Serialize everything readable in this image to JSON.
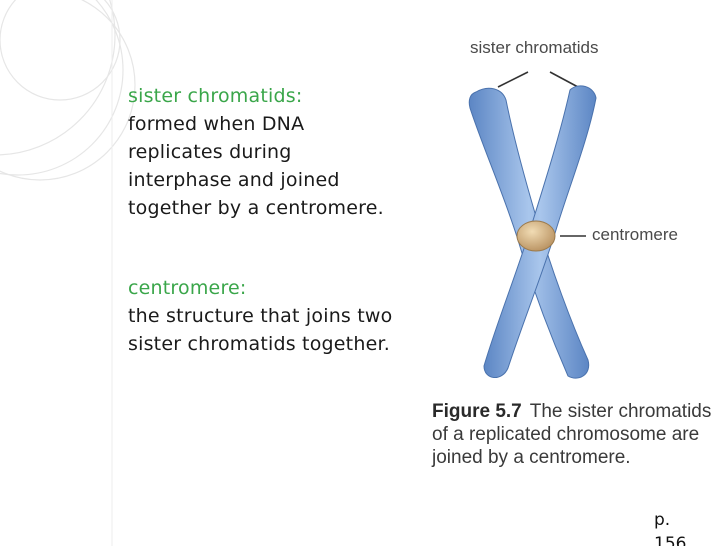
{
  "slide": {
    "definitions": [
      {
        "term": "sister chromatids:",
        "text": "formed when DNA replicates during interphase and joined together by a centromere."
      },
      {
        "term": "centromere:",
        "text": "the structure that joins two sister chromatids together."
      }
    ],
    "page_ref": "p. 156"
  },
  "figure": {
    "label_top": "sister chromatids",
    "label_side": "centromere",
    "caption_number": "Figure 5.7",
    "caption_text": "The sister chromatids of a replicated chromosome are joined by a centromere."
  },
  "colors": {
    "term": "#3aa64a",
    "chromatid": "#7aa4d8",
    "centromere": "#d7b785"
  }
}
